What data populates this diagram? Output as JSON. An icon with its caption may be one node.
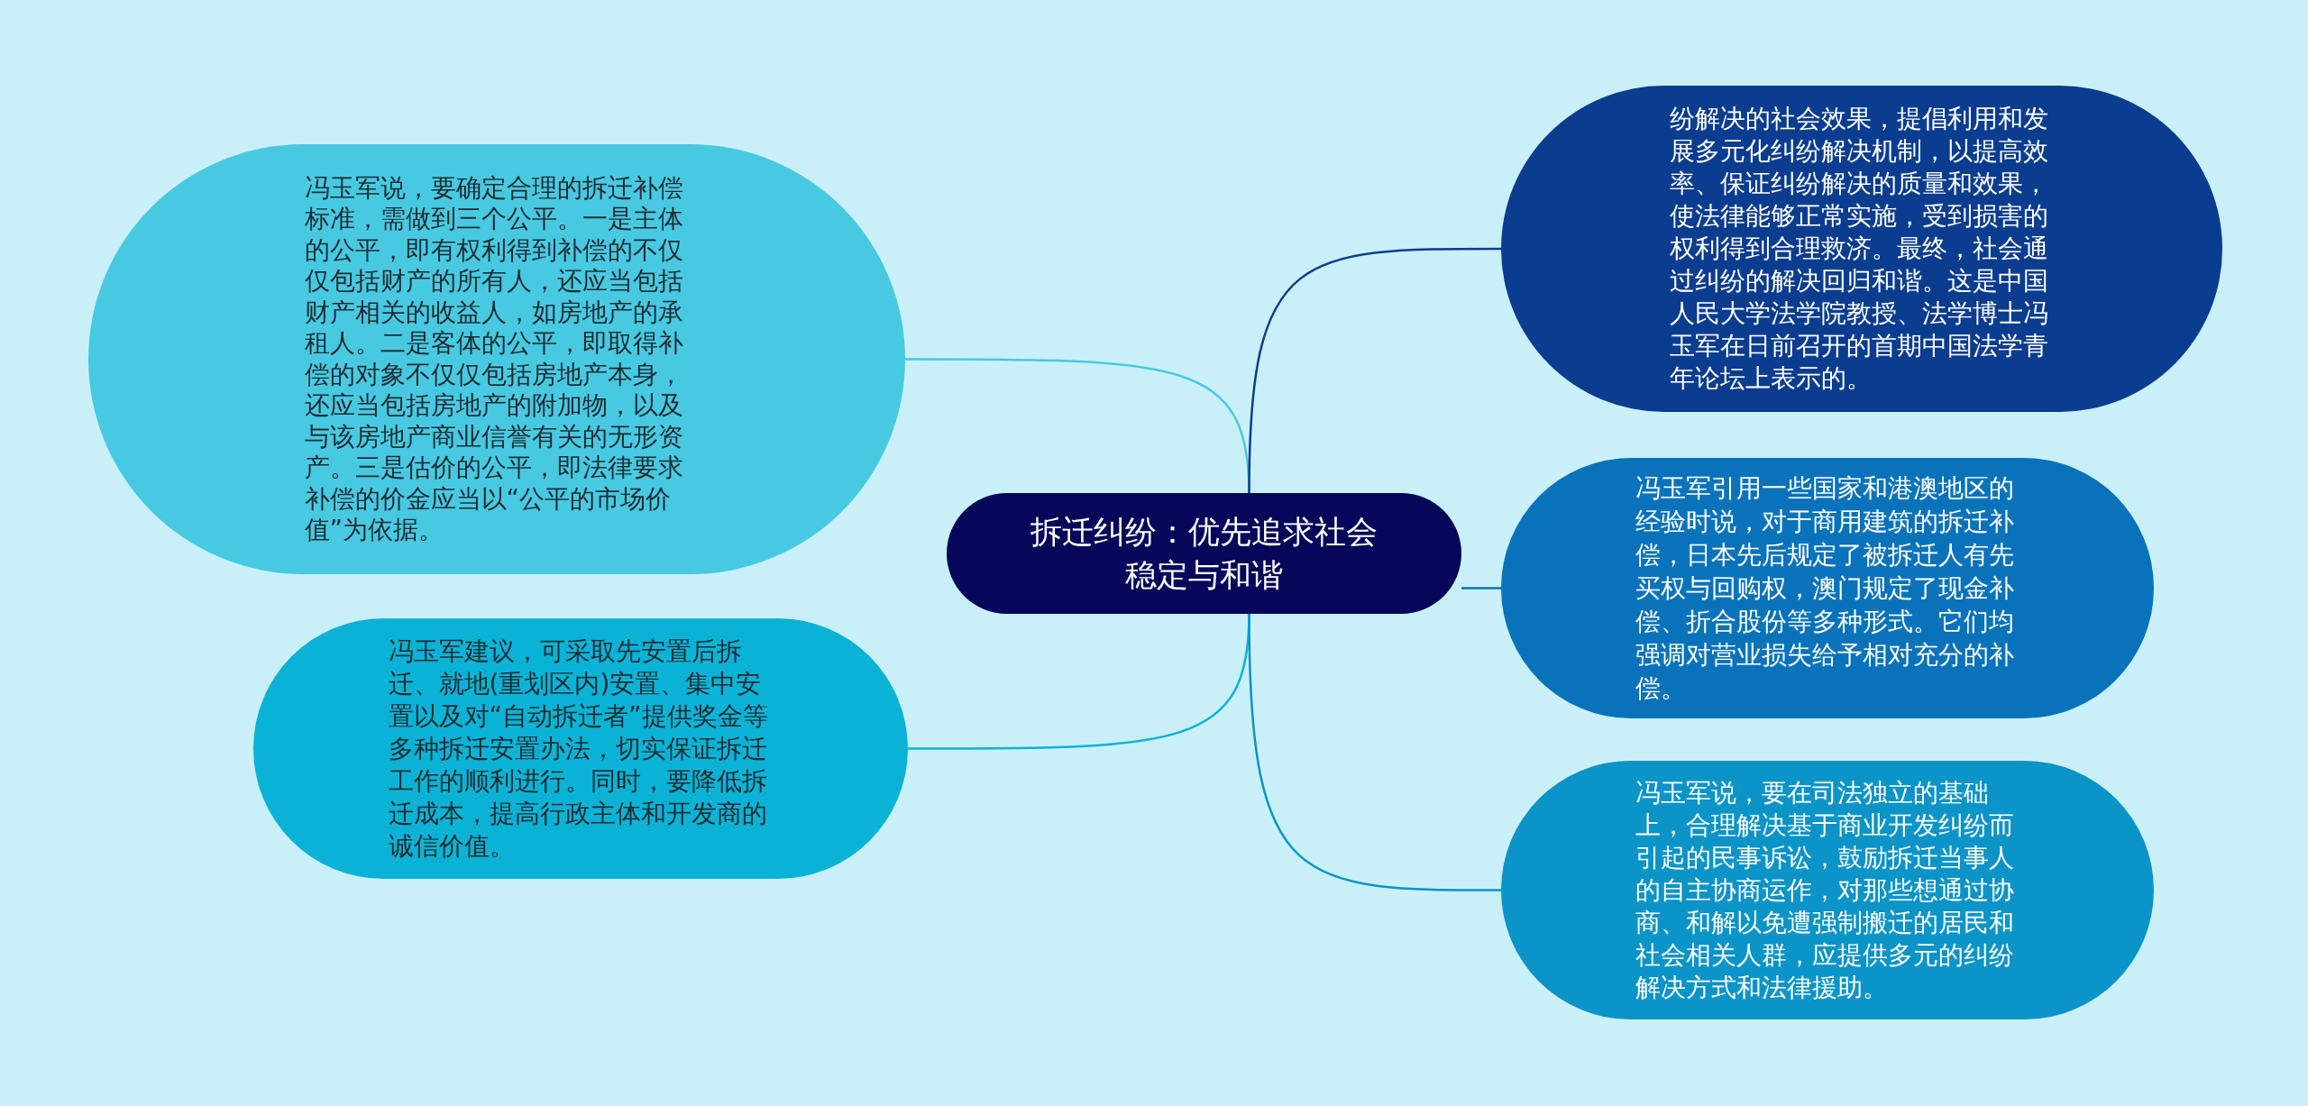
{
  "diagram": {
    "nodes": [
      {
        "text": [
          "拆迁纠纷：优先追求社会稳定与和谐"
        ]
      },
      {
        "text": [
          "冯玉军说，要确定合理的拆迁补偿标准，需做到三个公平。一是主体的公平，即有权利得到补偿的不仅仅包括财产的所有人，还应当包括财产相关的收益人，如房地产的承租人。二是客体的公平，即取得补偿的对象不仅仅包括房地产本身，还应当包括房地产的附加物，以及与该房地产商业信誉有关的无形资产。三是估价的公平，即法律要求补偿的价金应当以“公平的市场价值”为依据。"
        ]
      },
      {
        "text": [
          "冯玉军建议，可采取先安置后拆迁、就地(重划区内)安置、集中安置以及对“自动拆迁者”提供奖金等多种拆迁安置办法，切实保证拆迁工作的顺利进行。同时，要降低拆迁成本，提高行政主体和开发商的诚信价值。"
        ]
      },
      {
        "text": [
          "纷解决的社会效果，提倡利用和发展多元化纠纷解决机制，以提高效率、保证纠纷解决的质量和效果，使法律能够正常实施，受到损害的权利得到合理救济。最终，社会通过纠纷的解决回归和谐。这是中国人民大学法学院教授、法学博士冯玉军在日前召开的首期中国法学青年论坛上表示的。"
        ]
      },
      {
        "text": [
          "冯玉军引用一些国家和港澳地区的经验时说，对于商用建筑的拆迁补偿，日本先后规定了被拆迁人有先买权与回购权，澳门规定了现金补偿、折合股份等多种形式。它们均强调对营业损失给予相对充分的补偿。"
        ]
      },
      {
        "text": [
          "冯玉军说，要在司法独立的基础上，合理解决基于商业开发纠纷而引起的民事诉讼，鼓励拆迁当事人的自主协商运作，对那些想通过协商、和解以免遭强制搬迁的居民和社会相关人群，应提供多元的纠纷解决方式和法律援助。"
        ]
      }
    ],
    "edges": [
      {
        "from": 0,
        "to": 1,
        "arrow": "none",
        "color": "#48c9e2"
      },
      {
        "from": 0,
        "to": 2,
        "arrow": "none",
        "color": "#0ab3d6"
      },
      {
        "from": 0,
        "to": 3,
        "arrow": "none",
        "color": "#0a3d8f"
      },
      {
        "from": 0,
        "to": 4,
        "arrow": "none",
        "color": "#0873bb"
      },
      {
        "from": 0,
        "to": 5,
        "arrow": "none",
        "color": "#0a94c8"
      }
    ]
  }
}
